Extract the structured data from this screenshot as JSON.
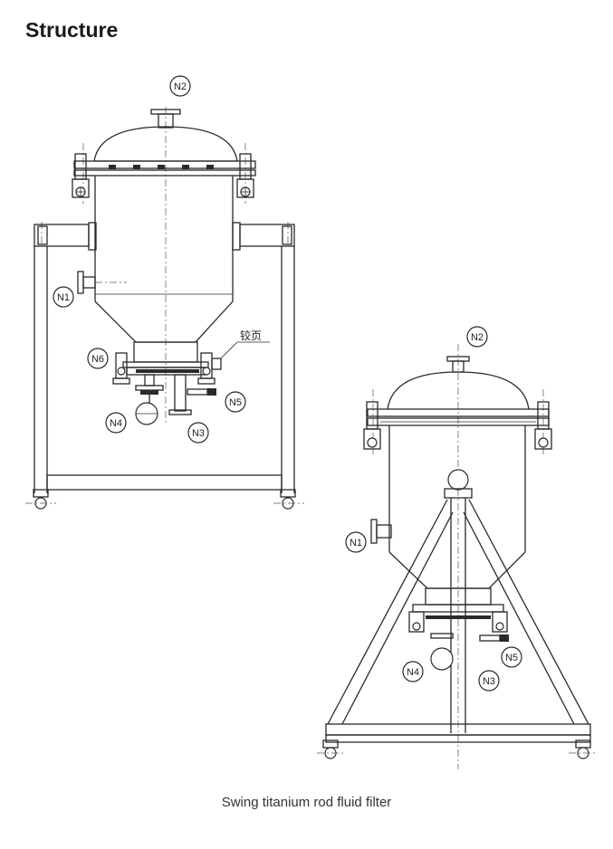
{
  "page": {
    "title": "Structure",
    "caption": "Swing titanium rod fluid filter"
  },
  "left_view": {
    "labels": {
      "n2": "N2",
      "n1": "N1",
      "n6": "N6",
      "n5": "N5",
      "n4": "N4",
      "n3": "N3",
      "hinge": "铰页"
    }
  },
  "right_view": {
    "labels": {
      "n2": "N2",
      "n1": "N1",
      "n5": "N5",
      "n4": "N4",
      "n3": "N3"
    }
  }
}
